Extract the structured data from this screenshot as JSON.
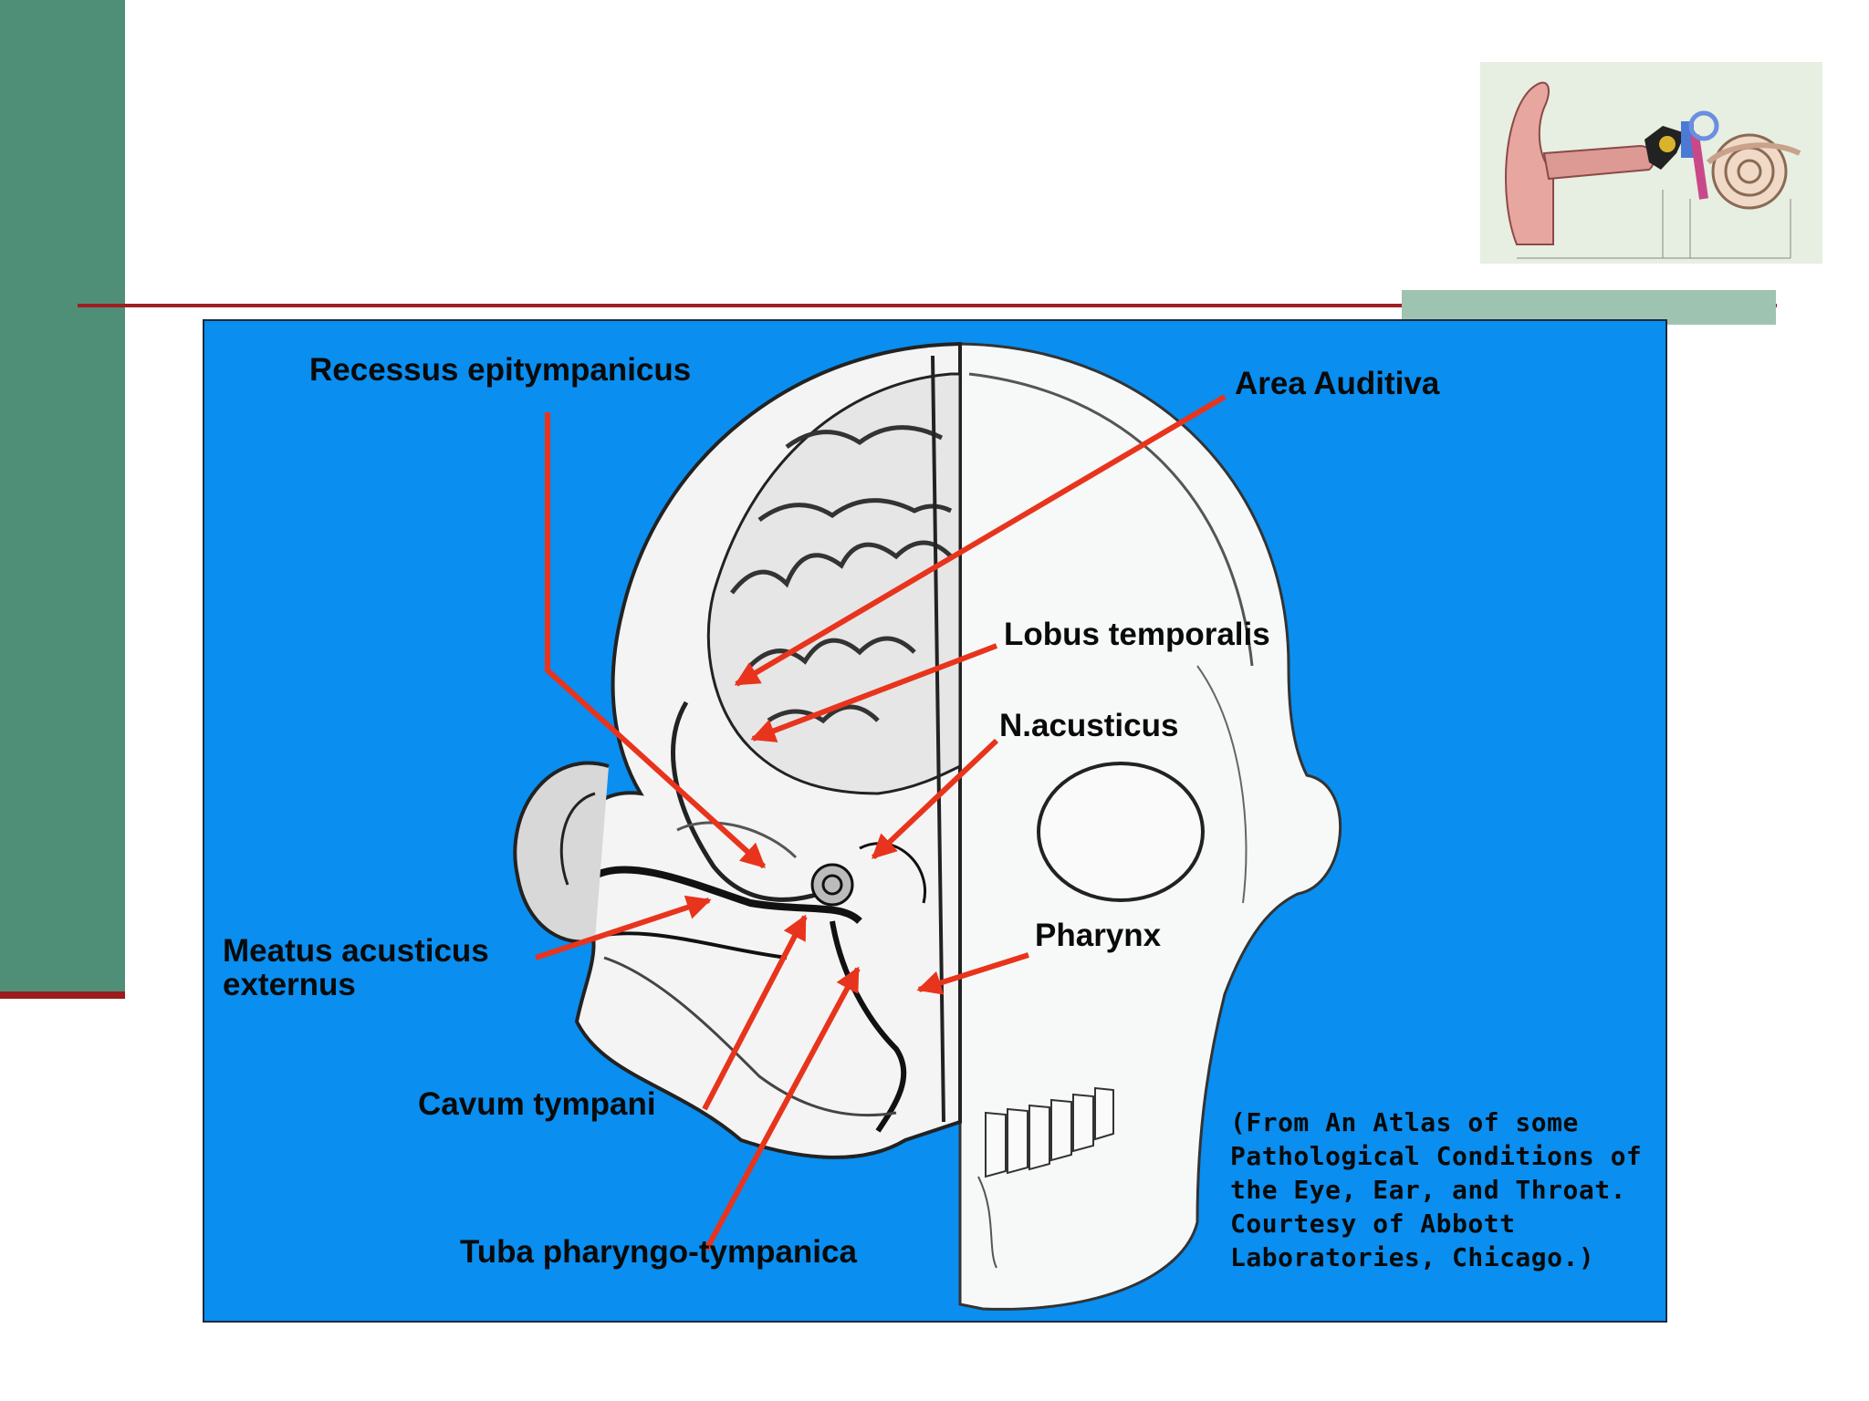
{
  "colors": {
    "sidebar": "#4f8f78",
    "rule": "#a01d24",
    "accent_block": "#9fc3b1",
    "figure_background": "#0a8ef0",
    "arrow": "#e8341c"
  },
  "thumbnail": {
    "icon": "ear-anatomy-icon"
  },
  "figure": {
    "labels": {
      "recessus": "Recessus epitympanicus",
      "area": "Area Auditiva",
      "lobus": "Lobus temporalis",
      "nacusticus": "N.acusticus",
      "meatus_line1": "Meatus acusticus",
      "meatus_line2": "externus",
      "pharynx": "Pharynx",
      "cavum": "Cavum tympani",
      "tuba": "Tuba pharyngo-tympanica"
    },
    "credit": [
      "(From An Atlas of some",
      "Pathological Conditions of",
      "the Eye, Ear, and Throat.",
      "Courtesy of Abbott",
      "Laboratories, Chicago.)"
    ]
  }
}
